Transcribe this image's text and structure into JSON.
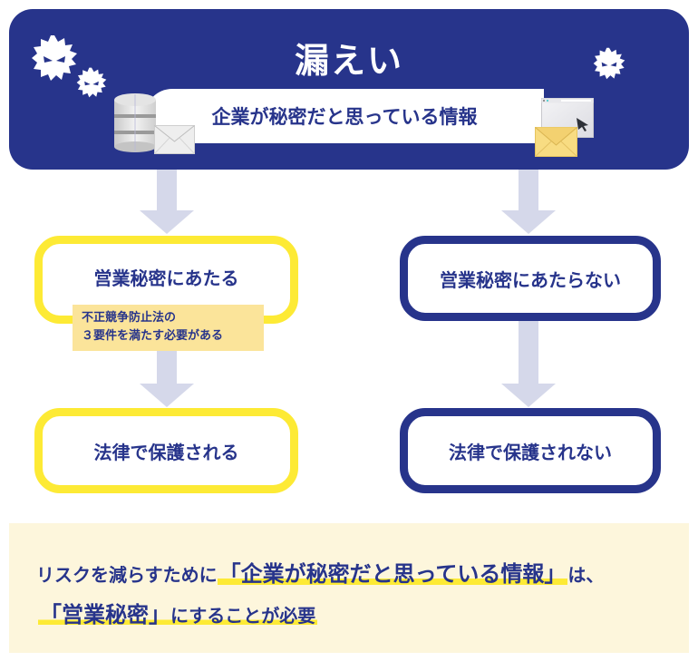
{
  "header": {
    "title": "漏えい",
    "subtitle": "企業が秘密だと思っている情報"
  },
  "branches": {
    "left": {
      "condition": "営業秘密にあたる",
      "note_line1": "不正競争防止法の",
      "note_line2": "３要件を満たす必要がある",
      "result": "法律で保護される"
    },
    "right": {
      "condition": "営業秘密にあたらない",
      "result": "法律で保護されない"
    }
  },
  "conclusion": {
    "line1_prefix": "リスクを減らすために",
    "line1_highlight": "「企業が秘密だと思っている情報」",
    "line1_suffix": "は、",
    "line2_highlight": "「営業秘密」",
    "line2_suffix": "にすることが必要"
  },
  "colors": {
    "navy": "#27348b",
    "yellow": "#fdea35",
    "arrow": "#d5d8ea",
    "note_bg": "#fbe49a",
    "panel_bg": "#fdf6dc"
  },
  "icons": [
    "virus-icon",
    "database-icon",
    "mail-icon",
    "browser-window-icon",
    "cursor-icon"
  ]
}
